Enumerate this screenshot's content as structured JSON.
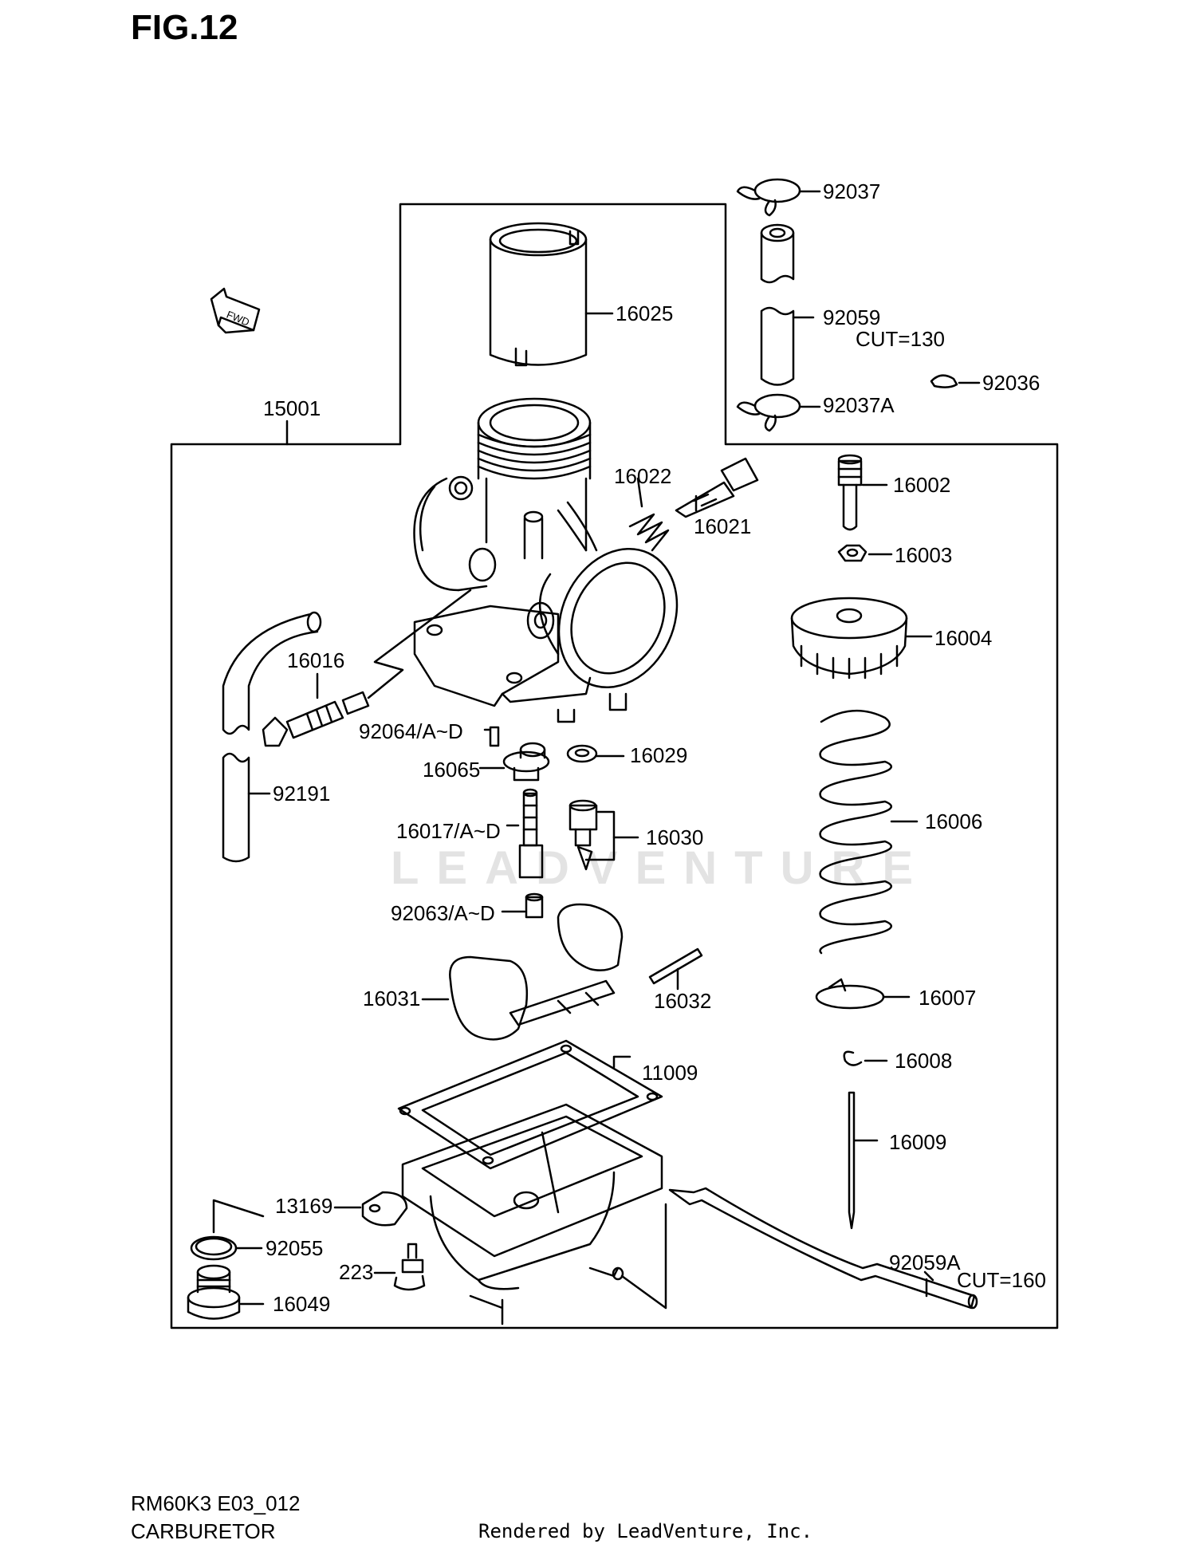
{
  "figure_title": "FIG.12",
  "diagram_code": "RM60K3 E03_012",
  "section_name": "CARBURETOR",
  "credit": "Rendered by LeadVenture, Inc.",
  "watermark": "LEADVENTURE",
  "fwd_label": "FWD",
  "callouts": [
    {
      "id": "92037",
      "text": "92037"
    },
    {
      "id": "16025",
      "text": "16025"
    },
    {
      "id": "92059",
      "text": "92059"
    },
    {
      "id": "92059-cut",
      "text": "CUT=130"
    },
    {
      "id": "92036",
      "text": "92036"
    },
    {
      "id": "92037A",
      "text": "92037A"
    },
    {
      "id": "15001",
      "text": "15001"
    },
    {
      "id": "16022",
      "text": "16022"
    },
    {
      "id": "16021",
      "text": "16021"
    },
    {
      "id": "16002",
      "text": "16002"
    },
    {
      "id": "16003",
      "text": "16003"
    },
    {
      "id": "16004",
      "text": "16004"
    },
    {
      "id": "16016",
      "text": "16016"
    },
    {
      "id": "92064",
      "text": "92064/A~D"
    },
    {
      "id": "16065",
      "text": "16065"
    },
    {
      "id": "16029",
      "text": "16029"
    },
    {
      "id": "92191",
      "text": "92191"
    },
    {
      "id": "16017",
      "text": "16017/A~D"
    },
    {
      "id": "16030",
      "text": "16030"
    },
    {
      "id": "16006",
      "text": "16006"
    },
    {
      "id": "92063",
      "text": "92063/A~D"
    },
    {
      "id": "16031",
      "text": "16031"
    },
    {
      "id": "16032",
      "text": "16032"
    },
    {
      "id": "16007",
      "text": "16007"
    },
    {
      "id": "16008",
      "text": "16008"
    },
    {
      "id": "11009",
      "text": "11009"
    },
    {
      "id": "16009",
      "text": "16009"
    },
    {
      "id": "13169",
      "text": "13169"
    },
    {
      "id": "92055",
      "text": "92055"
    },
    {
      "id": "223",
      "text": "223"
    },
    {
      "id": "92059A",
      "text": "92059A"
    },
    {
      "id": "92059A-cut",
      "text": "CUT=160"
    },
    {
      "id": "16049",
      "text": "16049"
    }
  ]
}
